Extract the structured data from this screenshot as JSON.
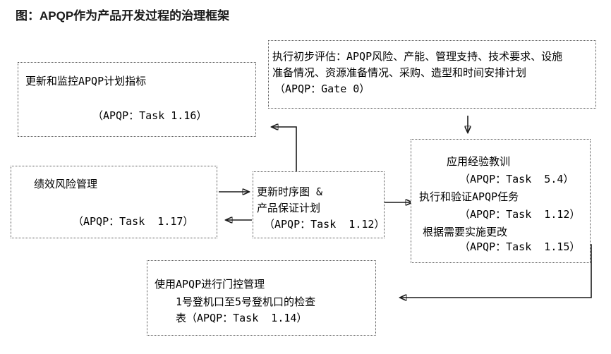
{
  "title": "图：APQP作为产品开发过程的治理框架",
  "colors": {
    "text": "#000000",
    "border_dotted": "#555555",
    "arrow": "#1a1a1a",
    "background": "#ffffff"
  },
  "nodes": {
    "update_metrics": {
      "lines": [
        "更新和监控APQP计划指标",
        "（APQP：Task 1.16）"
      ]
    },
    "initial_assessment": {
      "lines": [
        "执行初步评估：APQP风险、产能、管理支持、技术要求、设施",
        "准备情况、资源准备情况、采购、造型和时间安排计划",
        "（APQP：Gate 0）"
      ]
    },
    "performance_risk": {
      "lines": [
        "绩效风险管理",
        "（APQP：Task  1.17）"
      ]
    },
    "update_timing": {
      "lines": [
        "更新时序图 &",
        "产品保证计划",
        "（APQP：Task  1.12）"
      ]
    },
    "lessons_learned": {
      "lines": [
        "应用经验教训",
        "（APQP：Task  5.4）",
        "执行和验证APQP任务",
        "（APQP：Task  1.12）",
        "根据需要实施更改",
        "（APQP：Task  1.15）"
      ]
    },
    "gate_management": {
      "lines": [
        "使用APQP进行门控管理",
        "1号登机口至5号登机口的检查",
        "表（APQP：Task  1.14）"
      ]
    }
  }
}
